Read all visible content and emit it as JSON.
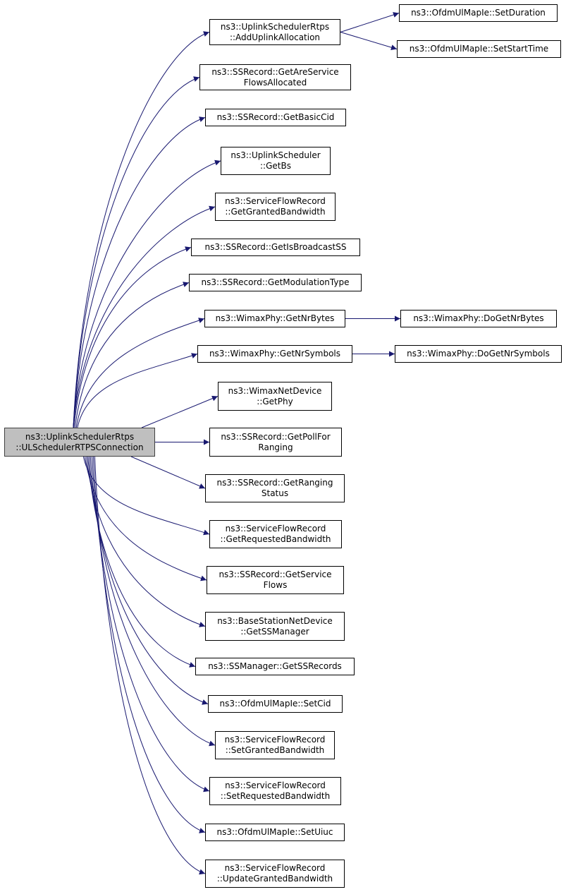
{
  "colors": {
    "edge": "#191970",
    "root_fill": "#bfbfbf",
    "node_fill": "#ffffff",
    "border": "#000000"
  },
  "nodes": [
    {
      "id": "root",
      "lines": [
        "ns3::UplinkSchedulerRtps",
        "::ULSchedulerRTPSConnection"
      ]
    },
    {
      "id": "add-uplink-allocation",
      "lines": [
        "ns3::UplinkSchedulerRtps",
        "::AddUplinkAllocation"
      ]
    },
    {
      "id": "set-duration",
      "lines": [
        "ns3::OfdmUlMapIe::SetDuration"
      ]
    },
    {
      "id": "set-start-time",
      "lines": [
        "ns3::OfdmUlMapIe::SetStartTime"
      ]
    },
    {
      "id": "get-are-service-flows-allocated",
      "lines": [
        "ns3::SSRecord::GetAreService",
        "FlowsAllocated"
      ]
    },
    {
      "id": "get-basic-cid",
      "lines": [
        "ns3::SSRecord::GetBasicCid"
      ]
    },
    {
      "id": "get-bs",
      "lines": [
        "ns3::UplinkScheduler",
        "::GetBs"
      ]
    },
    {
      "id": "get-granted-bandwidth",
      "lines": [
        "ns3::ServiceFlowRecord",
        "::GetGrantedBandwidth"
      ]
    },
    {
      "id": "get-is-broadcast-ss",
      "lines": [
        "ns3::SSRecord::GetIsBroadcastSS"
      ]
    },
    {
      "id": "get-modulation-type",
      "lines": [
        "ns3::SSRecord::GetModulationType"
      ]
    },
    {
      "id": "get-nr-bytes",
      "lines": [
        "ns3::WimaxPhy::GetNrBytes"
      ]
    },
    {
      "id": "do-get-nr-bytes",
      "lines": [
        "ns3::WimaxPhy::DoGetNrBytes"
      ]
    },
    {
      "id": "get-nr-symbols",
      "lines": [
        "ns3::WimaxPhy::GetNrSymbols"
      ]
    },
    {
      "id": "do-get-nr-symbols",
      "lines": [
        "ns3::WimaxPhy::DoGetNrSymbols"
      ]
    },
    {
      "id": "get-phy",
      "lines": [
        "ns3::WimaxNetDevice",
        "::GetPhy"
      ]
    },
    {
      "id": "get-poll-for-ranging",
      "lines": [
        "ns3::SSRecord::GetPollFor",
        "Ranging"
      ]
    },
    {
      "id": "get-ranging-status",
      "lines": [
        "ns3::SSRecord::GetRanging",
        "Status"
      ]
    },
    {
      "id": "get-requested-bandwidth",
      "lines": [
        "ns3::ServiceFlowRecord",
        "::GetRequestedBandwidth"
      ]
    },
    {
      "id": "get-service-flows",
      "lines": [
        "ns3::SSRecord::GetService",
        "Flows"
      ]
    },
    {
      "id": "get-ss-manager",
      "lines": [
        "ns3::BaseStationNetDevice",
        "::GetSSManager"
      ]
    },
    {
      "id": "get-ss-records",
      "lines": [
        "ns3::SSManager::GetSSRecords"
      ]
    },
    {
      "id": "set-cid",
      "lines": [
        "ns3::OfdmUlMapIe::SetCid"
      ]
    },
    {
      "id": "set-granted-bandwidth",
      "lines": [
        "ns3::ServiceFlowRecord",
        "::SetGrantedBandwidth"
      ]
    },
    {
      "id": "set-requested-bandwidth",
      "lines": [
        "ns3::ServiceFlowRecord",
        "::SetRequestedBandwidth"
      ]
    },
    {
      "id": "set-uiuc",
      "lines": [
        "ns3::OfdmUlMapIe::SetUiuc"
      ]
    },
    {
      "id": "update-granted-bandwidth",
      "lines": [
        "ns3::ServiceFlowRecord",
        "::UpdateGrantedBandwidth"
      ]
    }
  ],
  "edges": [
    [
      "root",
      "add-uplink-allocation"
    ],
    [
      "add-uplink-allocation",
      "set-duration"
    ],
    [
      "add-uplink-allocation",
      "set-start-time"
    ],
    [
      "root",
      "get-are-service-flows-allocated"
    ],
    [
      "root",
      "get-basic-cid"
    ],
    [
      "root",
      "get-bs"
    ],
    [
      "root",
      "get-granted-bandwidth"
    ],
    [
      "root",
      "get-is-broadcast-ss"
    ],
    [
      "root",
      "get-modulation-type"
    ],
    [
      "root",
      "get-nr-bytes"
    ],
    [
      "get-nr-bytes",
      "do-get-nr-bytes"
    ],
    [
      "root",
      "get-nr-symbols"
    ],
    [
      "get-nr-symbols",
      "do-get-nr-symbols"
    ],
    [
      "root",
      "get-phy"
    ],
    [
      "root",
      "get-poll-for-ranging"
    ],
    [
      "root",
      "get-ranging-status"
    ],
    [
      "root",
      "get-requested-bandwidth"
    ],
    [
      "root",
      "get-service-flows"
    ],
    [
      "root",
      "get-ss-manager"
    ],
    [
      "root",
      "get-ss-records"
    ],
    [
      "root",
      "set-cid"
    ],
    [
      "root",
      "set-granted-bandwidth"
    ],
    [
      "root",
      "set-requested-bandwidth"
    ],
    [
      "root",
      "set-uiuc"
    ],
    [
      "root",
      "update-granted-bandwidth"
    ]
  ]
}
